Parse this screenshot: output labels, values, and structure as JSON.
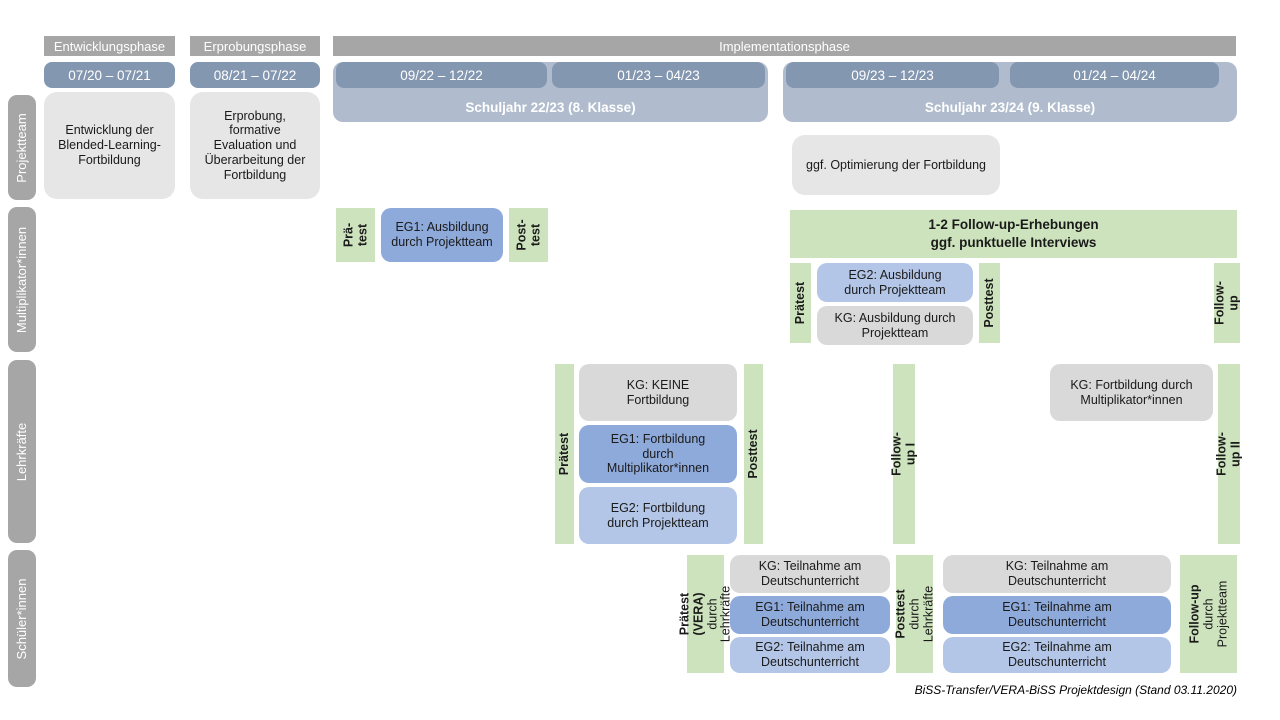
{
  "colors": {
    "gray_header": "#a6a6a6",
    "date_blue": "#8497b0",
    "syear_blue": "#b0bccd",
    "box_light": "#e7e6e6",
    "box_kg": "#d9d9d9",
    "box_eg1": "#8eaadb",
    "box_eg2": "#b4c6e7",
    "green": "#cde3bd",
    "text": "#1a1a1a"
  },
  "row_labels": [
    "Projektteam",
    "Multiplikator*innen",
    "Lehrkräfte",
    "Schüler*innen"
  ],
  "phases": {
    "entwicklung": "Entwicklungsphase",
    "erprobung": "Erprobungsphase",
    "implementation": "Implementationsphase"
  },
  "periods": [
    "07/20 – 07/21",
    "08/21 – 07/22",
    "09/22 – 12/22",
    "01/23 – 04/23",
    "09/23 – 12/23",
    "01/24 – 04/24"
  ],
  "school_years": [
    "Schuljahr 22/23 (8. Klasse)",
    "Schuljahr 23/24 (9. Klasse)"
  ],
  "projektteam": {
    "entwicklung_box": "Entwicklung der Blended-Learning-Fortbildung",
    "erprobung_box": "Erprobung, formative Evaluation und Überarbeitung der Fortbildung",
    "optimierung_box": "ggf. Optimierung der Fortbildung"
  },
  "multiplikatoren": {
    "praetest1": "Prä-\ntest",
    "eg1_box": "EG1: Ausbildung durch Projektteam",
    "posttest1": "Post-\ntest",
    "followup_banner": "1-2 Follow-up-Erhebungen\nggf. punktuelle Interviews",
    "praetest2": "Prätest",
    "eg2_box": "EG2: Ausbildung durch Projektteam",
    "kg_box": "KG: Ausbildung durch Projektteam",
    "posttest2": "Posttest",
    "followup": "Follow-up"
  },
  "lehrkraefte": {
    "praetest": "Prätest",
    "kg_box": "KG: KEINE Fortbildung",
    "eg1_box": "EG1: Fortbildung durch Multiplikator*innen",
    "eg2_box": "EG2: Fortbildung durch Projektteam",
    "posttest": "Posttest",
    "followup1": "Follow-up I",
    "kg2_box": "KG: Fortbildung durch Multiplikator*innen",
    "followup2": "Follow-up II"
  },
  "schueler": {
    "praetest_title": "Prätest (VERA)",
    "praetest_sub": "durch Lehrkräfte",
    "kg_box": "KG: Teilnahme am Deutschunterricht",
    "eg1_box": "EG1: Teilnahme am Deutschunterricht",
    "eg2_box": "EG2: Teilnahme am Deutschunterricht",
    "posttest_title": "Posttest",
    "posttest_sub": "durch Lehrkräfte",
    "followup_title": "Follow-up",
    "followup_sub1": "durch",
    "followup_sub2": "Projektteam"
  },
  "caption": "BiSS-Transfer/VERA-BiSS Projektdesign (Stand 03.11.2020)"
}
